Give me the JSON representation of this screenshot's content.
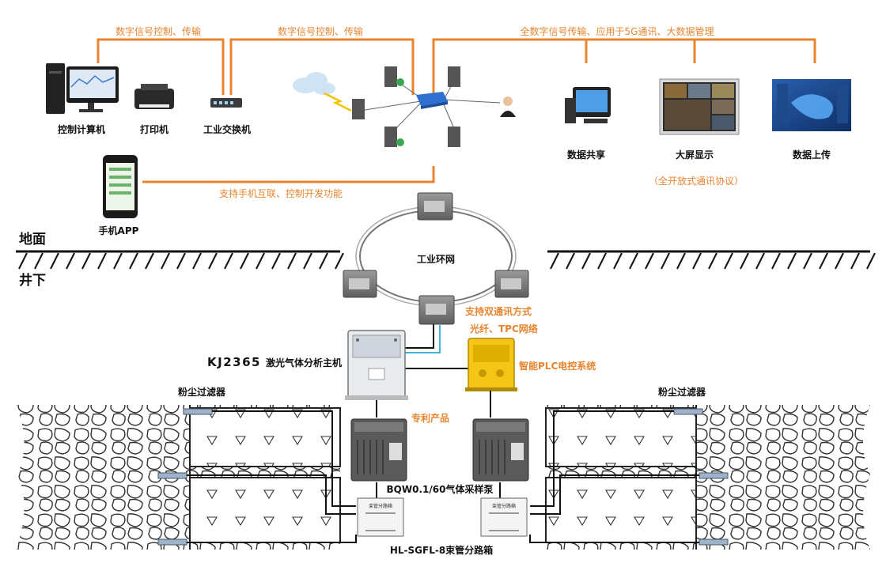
{
  "labels": {
    "link_top_left": "数字信号控制、传输",
    "link_top_mid": "数字信号控制、传输",
    "link_top_right": "全数字信号传输、应用于5G通讯、大数据管理",
    "control_computer": "控制计算机",
    "printer": "打印机",
    "industrial_switch": "工业交换机",
    "data_sharing": "数据共享",
    "big_screen": "大屏显示",
    "data_upload": "数据上传",
    "open_protocol": "（全开放式通讯协议）",
    "mobile_link": "支持手机互联、控制开发功能",
    "mobile_app": "手机APP",
    "ground": "地面",
    "underground": "井下",
    "ring_network": "工业环网",
    "dual_comm_line1": "支持双通讯方式",
    "dual_comm_line2": "光纤、TPC网络",
    "host_model": "KJ2365",
    "host_name": "激光气体分析主机",
    "plc_system": "智能PLC电控系统",
    "dust_filter_left": "粉尘过滤器",
    "dust_filter_right": "粉尘过滤器",
    "patent": "专利产品",
    "pump": "BQW0.1/60气体采样泵",
    "tube_box": "HL-SGFL-8束管分路箱",
    "box_plate": "束管分路箱"
  },
  "colors": {
    "orange": "#e8852f",
    "black": "#111111",
    "cyan": "#3fb6dd",
    "yellow": "#f5c518",
    "dark_gray": "#4a4a4a"
  },
  "icons": [
    "desktop-computer-icon",
    "printer-icon",
    "switch-icon",
    "cloud-icon",
    "server-icon",
    "router-icon",
    "user-icon",
    "monitor-icon",
    "big-screen-icon",
    "data-dashboard-icon",
    "smartphone-icon",
    "ring-node-icon",
    "analyzer-host-icon",
    "plc-cabinet-icon",
    "sampling-pump-icon",
    "splitter-box-icon",
    "filter-icon"
  ]
}
